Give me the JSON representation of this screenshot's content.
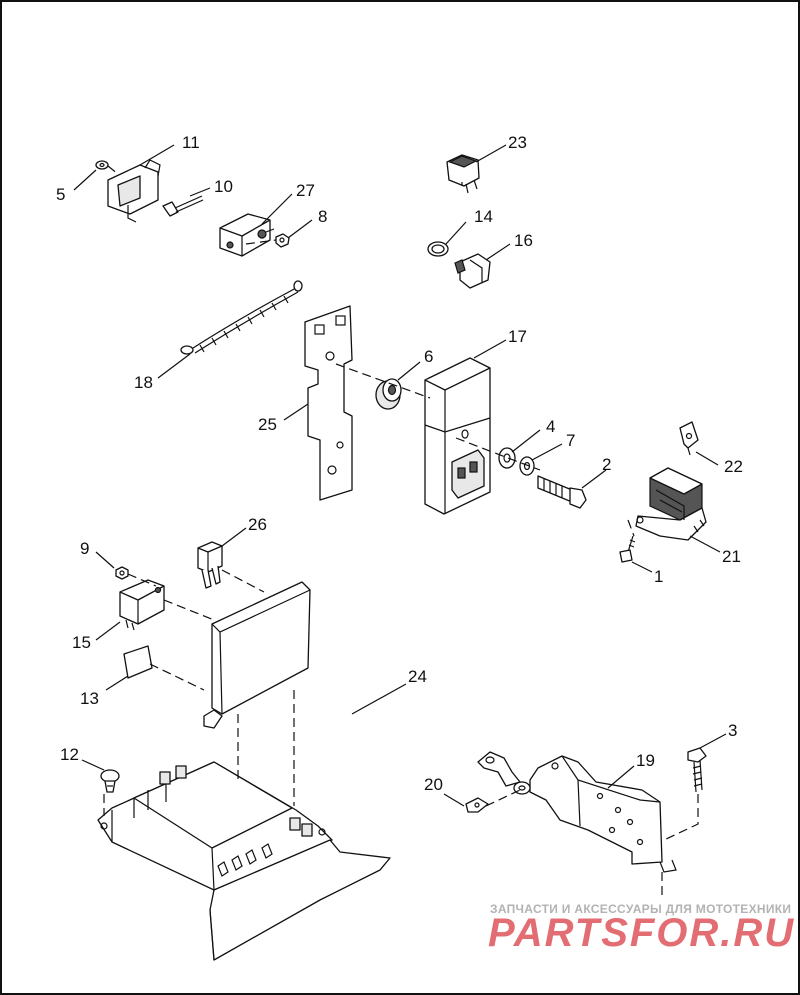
{
  "callouts": {
    "1": "1",
    "2": "2",
    "3": "3",
    "4": "4",
    "5": "5",
    "6": "6",
    "7": "7",
    "8": "8",
    "9": "9",
    "10": "10",
    "11": "11",
    "12": "12",
    "13": "13",
    "14": "14",
    "15": "15",
    "16": "16",
    "17": "17",
    "18": "18",
    "19": "19",
    "20": "20",
    "21": "21",
    "22": "22",
    "23": "23",
    "24": "24",
    "25": "25",
    "26": "26",
    "27": "27"
  },
  "watermark": {
    "tagline": "ЗАПЧАСТИ И АКСЕССУАРЫ ДЛЯ МОТОТЕХНИКИ",
    "logo": "PARTSFOR.RU"
  }
}
